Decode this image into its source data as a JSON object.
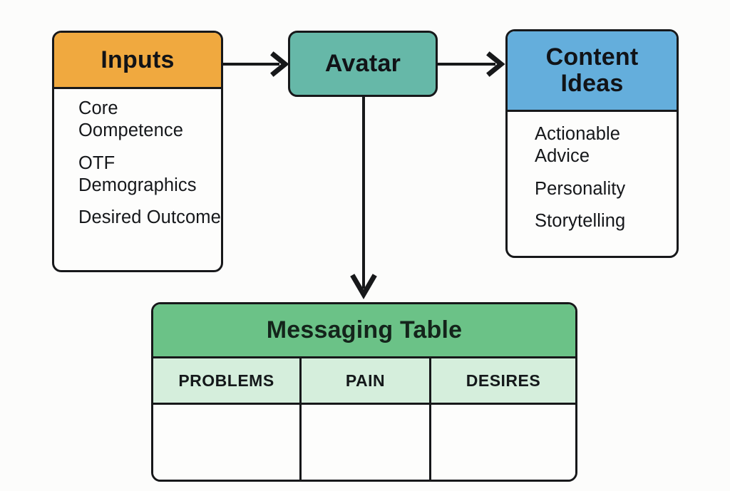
{
  "diagram": {
    "background_color": "#FCFCFB",
    "outline_color": "#17181A",
    "nodes": {
      "inputs": {
        "title": "Inputs",
        "header_color": "#F0A93F",
        "items": [
          "Core Oompetence",
          "OTF Demographics",
          "Desired Outcome"
        ]
      },
      "avatar": {
        "title": "Avatar",
        "fill_color": "#66B8A8"
      },
      "content_ideas": {
        "title_line1": "Content",
        "title_line2": "Ideas",
        "header_color": "#64AEDC",
        "items": [
          "Actionable Advice",
          "Personality",
          "Storytelling"
        ]
      },
      "messaging_table": {
        "title": "Messaging Table",
        "title_color": "#6BC287",
        "header_row_color": "#D5EEDC",
        "columns": [
          "PROBLEMS",
          "PAIN",
          "DESIRES"
        ],
        "rows": [
          [
            "",
            "",
            ""
          ]
        ]
      }
    },
    "connectors": [
      {
        "name": "inputs-to-avatar",
        "from": "inputs",
        "to": "avatar",
        "direction": "right"
      },
      {
        "name": "avatar-to-content-ideas",
        "from": "avatar",
        "to": "content_ideas",
        "direction": "right"
      },
      {
        "name": "avatar-to-messaging-table",
        "from": "avatar",
        "to": "messaging_table",
        "direction": "down"
      }
    ]
  }
}
